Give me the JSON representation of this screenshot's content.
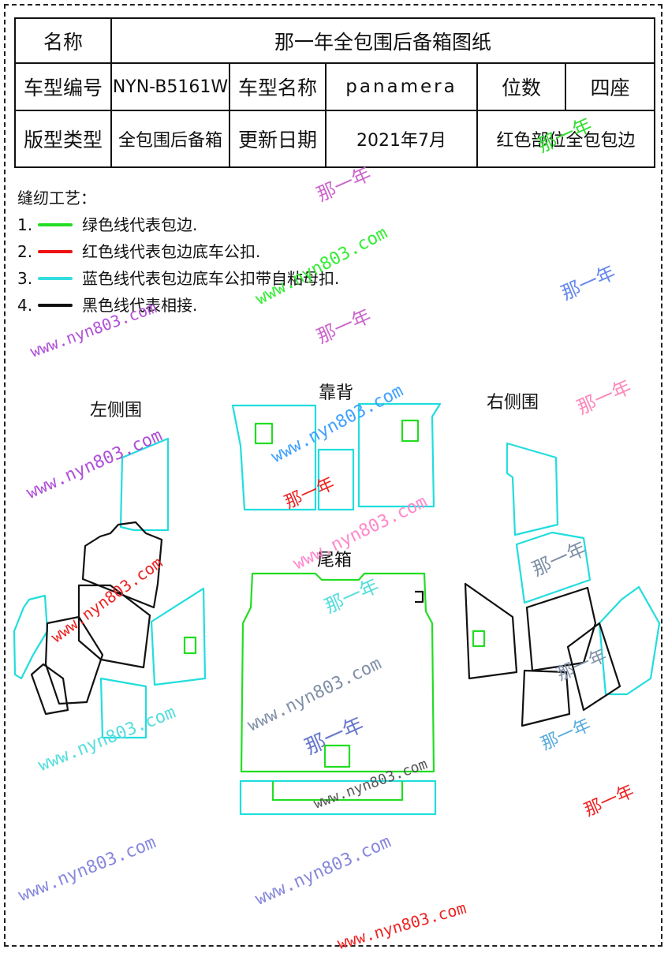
{
  "table": {
    "row1": {
      "label": "名称",
      "value": "那一年全包围后备箱图纸"
    },
    "row2": {
      "model_code_label": "车型编号",
      "model_code": "NYN-B5161W",
      "model_name_label": "车型名称",
      "model_name": "panamera",
      "seats_label": "位数",
      "seats": "四座"
    },
    "row3": {
      "type_label": "版型类型",
      "type": "全包围后备箱",
      "date_label": "更新日期",
      "date": "2021年7月",
      "note": "红色部位全包包边"
    }
  },
  "legend": {
    "title": "缝纫工艺：",
    "items": [
      {
        "num": "1.",
        "color": "#22dd22",
        "text": "绿色线代表包边."
      },
      {
        "num": "2.",
        "color": "#ee1111",
        "text": "红色线代表包边底车公扣."
      },
      {
        "num": "3.",
        "color": "#33dddd",
        "text": "蓝色线代表包边底车公扣带自粘母扣."
      },
      {
        "num": "4.",
        "color": "#111111",
        "text": "黑色线代表相接."
      }
    ]
  },
  "labels": {
    "left": "左侧围",
    "back": "靠背",
    "right": "右侧围",
    "trunk": "尾箱"
  },
  "watermark": {
    "site": "www.nyn803.com",
    "brand": "那一年"
  }
}
